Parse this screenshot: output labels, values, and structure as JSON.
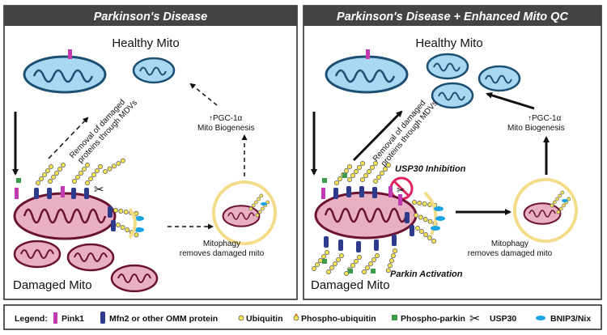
{
  "panels": {
    "left": {
      "title": "Parkinson's Disease",
      "healthy_label": "Healthy Mito",
      "damaged_label": "Damaged Mito",
      "mdv_label_line1": "Removal of damaged",
      "mdv_label_line2": "proteins through MDVs",
      "biogenesis_line1": "↑PGC-1α",
      "biogenesis_line2": "Mito Biogenesis",
      "mitophagy_line1": "Mitophagy",
      "mitophagy_line2": "removes damaged mito"
    },
    "right": {
      "title": "Parkinson's Disease + Enhanced Mito QC",
      "healthy_label": "Healthy Mito",
      "damaged_label": "Damaged Mito",
      "mdv_label_line1": "Removal of damaged",
      "mdv_label_line2": "proteins through MDVs",
      "biogenesis_line1": "↑PGC-1α",
      "biogenesis_line2": "Mito Biogenesis",
      "mitophagy_line1": "Mitophagy",
      "mitophagy_line2": "removes damaged mito",
      "usp30_inhibition": "USP30 Inhibition",
      "parkin_activation": "Parkin Activation"
    }
  },
  "legend": {
    "title": "Legend:",
    "items": [
      {
        "label": "Pink1",
        "icon": "pink1-icon"
      },
      {
        "label": "Mfn2 or other OMM protein",
        "icon": "omm-protein-icon"
      },
      {
        "label": "Ubiquitin",
        "icon": "ubiquitin-icon"
      },
      {
        "label": "Phospho-ubiquitin",
        "icon": "phospho-ubiquitin-icon"
      },
      {
        "label": "Phospho-parkin",
        "icon": "phospho-parkin-icon"
      },
      {
        "label": "USP30",
        "icon": "scissors-icon"
      },
      {
        "label": "BNIP3/Nix",
        "icon": "bnip3-icon"
      }
    ]
  },
  "colors": {
    "header": "#444444",
    "healthy_fill": "#a9d8f2",
    "healthy_stroke": "#1d4f73",
    "damaged_fill": "#e9b0c4",
    "damaged_stroke": "#6b1232",
    "pink1": "#c23ab4",
    "omm": "#2e3a8c",
    "ubiquitin": "#f2e254",
    "phospho_parkin": "#3c9a4a",
    "bnip3": "#1aa3e3",
    "autophagosome": "#f4dd8a",
    "usp30_text": "#e0245e",
    "parkin_text": "#2ea043"
  }
}
